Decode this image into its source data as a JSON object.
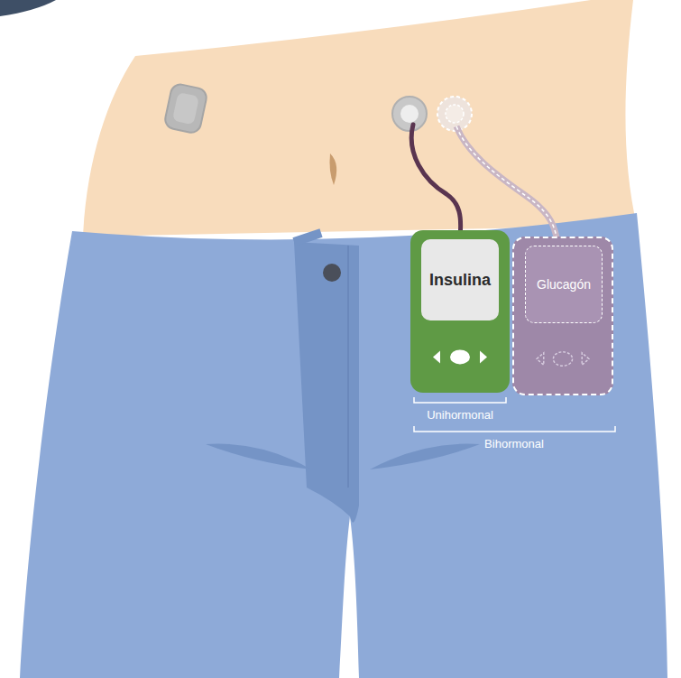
{
  "diagram": {
    "nodes": [
      {
        "text": [
          "Insulina"
        ]
      },
      {
        "text": [
          "Glucagón"
        ]
      }
    ],
    "labels": [
      "Unihormonal",
      "Bihormonal"
    ]
  }
}
